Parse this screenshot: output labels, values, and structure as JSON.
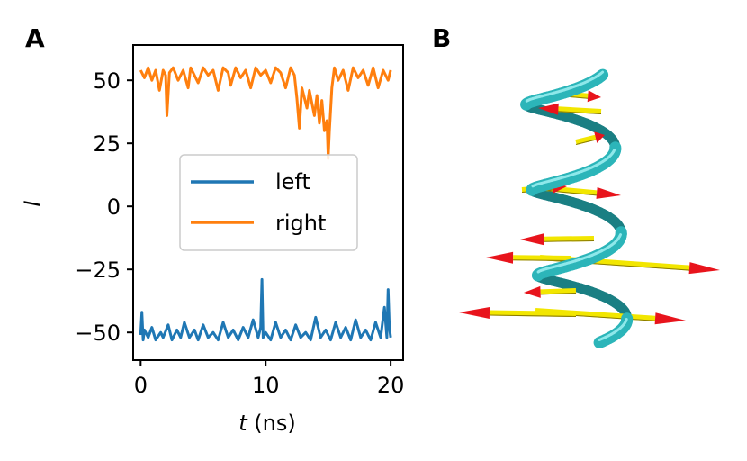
{
  "panels": {
    "a_label": "A",
    "b_label": "B"
  },
  "chart_data": {
    "type": "line",
    "xlabel_var": "t",
    "xlabel_unit": " (ns)",
    "ylabel": "I",
    "xlim": [
      -0.6,
      21.0
    ],
    "ylim": [
      -61,
      64
    ],
    "xticks": [
      0,
      10,
      20
    ],
    "yticks": [
      50,
      25,
      0,
      -25,
      -50
    ],
    "ytick_labels": [
      "50",
      "25",
      "0",
      "−25",
      "−50"
    ],
    "legend_position": "center-right",
    "series": [
      {
        "name": "left",
        "color": "#1f77b4",
        "baseline": -52,
        "x": [
          0.0,
          0.1,
          0.2,
          0.3,
          0.6,
          0.9,
          1.2,
          1.6,
          1.8,
          2.2,
          2.5,
          2.9,
          3.2,
          3.5,
          3.9,
          4.3,
          4.6,
          5.0,
          5.4,
          5.8,
          6.2,
          6.6,
          7.0,
          7.4,
          7.8,
          8.2,
          8.6,
          9.0,
          9.4,
          9.6,
          9.7,
          9.8,
          10.0,
          10.4,
          10.8,
          11.2,
          11.6,
          12.0,
          12.4,
          12.8,
          13.2,
          13.6,
          14.0,
          14.4,
          14.8,
          15.2,
          15.6,
          16.0,
          16.4,
          16.8,
          17.2,
          17.6,
          18.0,
          18.4,
          18.8,
          19.2,
          19.5,
          19.7,
          19.8,
          19.9,
          20.0
        ],
        "values": [
          -51,
          -42,
          -53,
          -49,
          -52,
          -48,
          -53,
          -50,
          -52,
          -47,
          -53,
          -49,
          -52,
          -46,
          -52,
          -49,
          -53,
          -47,
          -52,
          -50,
          -53,
          -46,
          -52,
          -49,
          -53,
          -48,
          -52,
          -45,
          -52,
          -48,
          -29,
          -52,
          -50,
          -53,
          -46,
          -52,
          -49,
          -53,
          -47,
          -52,
          -50,
          -53,
          -44,
          -52,
          -49,
          -53,
          -46,
          -52,
          -48,
          -53,
          -45,
          -52,
          -49,
          -53,
          -46,
          -52,
          -40,
          -52,
          -33,
          -48,
          -52
        ]
      },
      {
        "name": "right",
        "color": "#ff7f0e",
        "baseline": 54,
        "x": [
          0.0,
          0.3,
          0.6,
          0.9,
          1.2,
          1.5,
          1.8,
          2.0,
          2.1,
          2.3,
          2.6,
          3.0,
          3.4,
          3.8,
          4.0,
          4.2,
          4.6,
          5.0,
          5.4,
          5.8,
          6.2,
          6.6,
          7.0,
          7.2,
          7.6,
          8.0,
          8.4,
          8.8,
          9.2,
          9.6,
          10.0,
          10.4,
          10.8,
          11.2,
          11.6,
          12.0,
          12.3,
          12.5,
          12.7,
          12.9,
          13.1,
          13.3,
          13.5,
          13.7,
          13.9,
          14.1,
          14.3,
          14.5,
          14.7,
          14.9,
          15.0,
          15.1,
          15.3,
          15.5,
          15.8,
          16.2,
          16.6,
          17.0,
          17.4,
          17.8,
          18.2,
          18.6,
          19.0,
          19.4,
          19.8,
          20.0
        ],
        "values": [
          54,
          51,
          55,
          50,
          54,
          46,
          54,
          52,
          36,
          53,
          55,
          50,
          54,
          47,
          55,
          53,
          49,
          55,
          52,
          54,
          46,
          55,
          53,
          48,
          55,
          51,
          54,
          47,
          55,
          52,
          54,
          49,
          55,
          53,
          47,
          55,
          52,
          43,
          31,
          47,
          43,
          39,
          46,
          41,
          36,
          44,
          33,
          42,
          30,
          34,
          19,
          30,
          47,
          55,
          50,
          54,
          46,
          55,
          51,
          54,
          48,
          55,
          47,
          54,
          50,
          54
        ]
      }
    ]
  },
  "image": {
    "kind": "helix-structure",
    "helix_color": "#2cb5b9",
    "arrow_shaft_color": "#f2e600",
    "arrow_head_color": "#e8141c"
  }
}
